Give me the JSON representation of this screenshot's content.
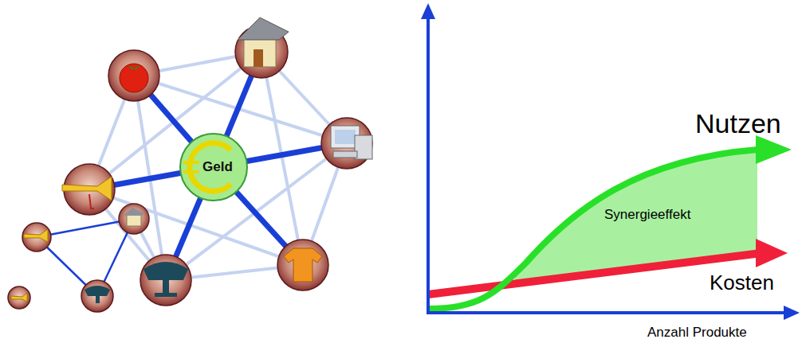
{
  "diagram": {
    "nodes": [
      {
        "text": [
          "Geld"
        ]
      }
    ],
    "labels": [
      "Nutzen",
      "Synergieeffekt",
      "Kosten",
      "Anzahl Produkte"
    ]
  }
}
